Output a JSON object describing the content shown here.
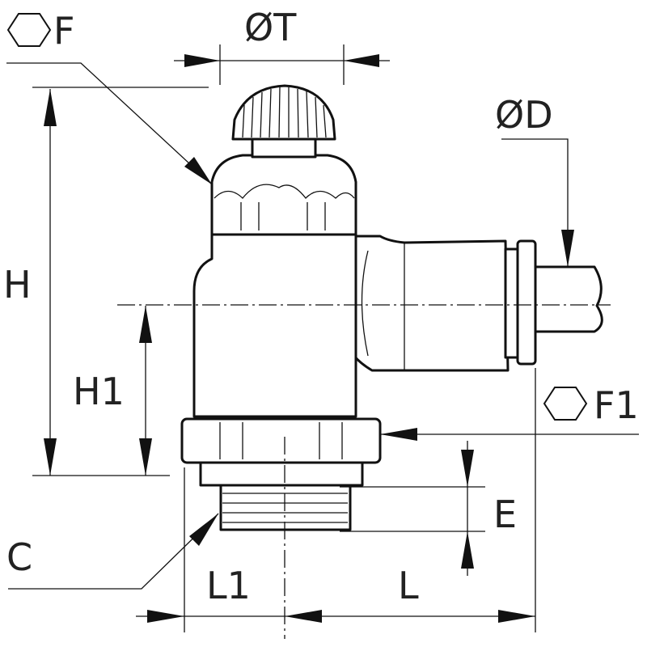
{
  "labels": {
    "F": "F",
    "T": "ØT",
    "D": "ØD",
    "H": "H",
    "H1": "H1",
    "F1": "F1",
    "E": "E",
    "C": "C",
    "L1": "L1",
    "L": "L"
  },
  "colors": {
    "ink": "#111111",
    "text": "#222222",
    "background": "#ffffff"
  },
  "icons": {
    "hex": "hexagon-icon"
  }
}
